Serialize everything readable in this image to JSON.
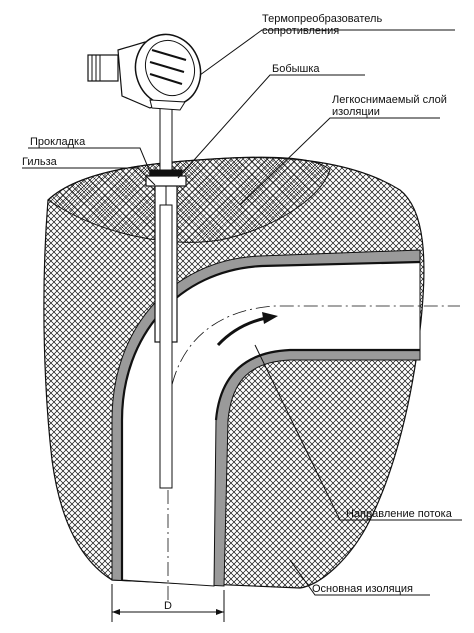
{
  "labels": {
    "sensor_line1": "Термопреобразователь",
    "sensor_line2": "сопротивления",
    "boss": "Бобышка",
    "removable_line1": "Легкоснимаемый слой",
    "removable_line2": "изоляции",
    "gasket": "Прокладка",
    "sleeve": "Гильза",
    "flow_direction": "Направление потока",
    "main_insulation": "Основная изоляция",
    "diameter": "D"
  },
  "colors": {
    "line": "#111111",
    "hatch": "#111111",
    "pipe_wall": "#9a9a9a",
    "background": "#ffffff"
  }
}
